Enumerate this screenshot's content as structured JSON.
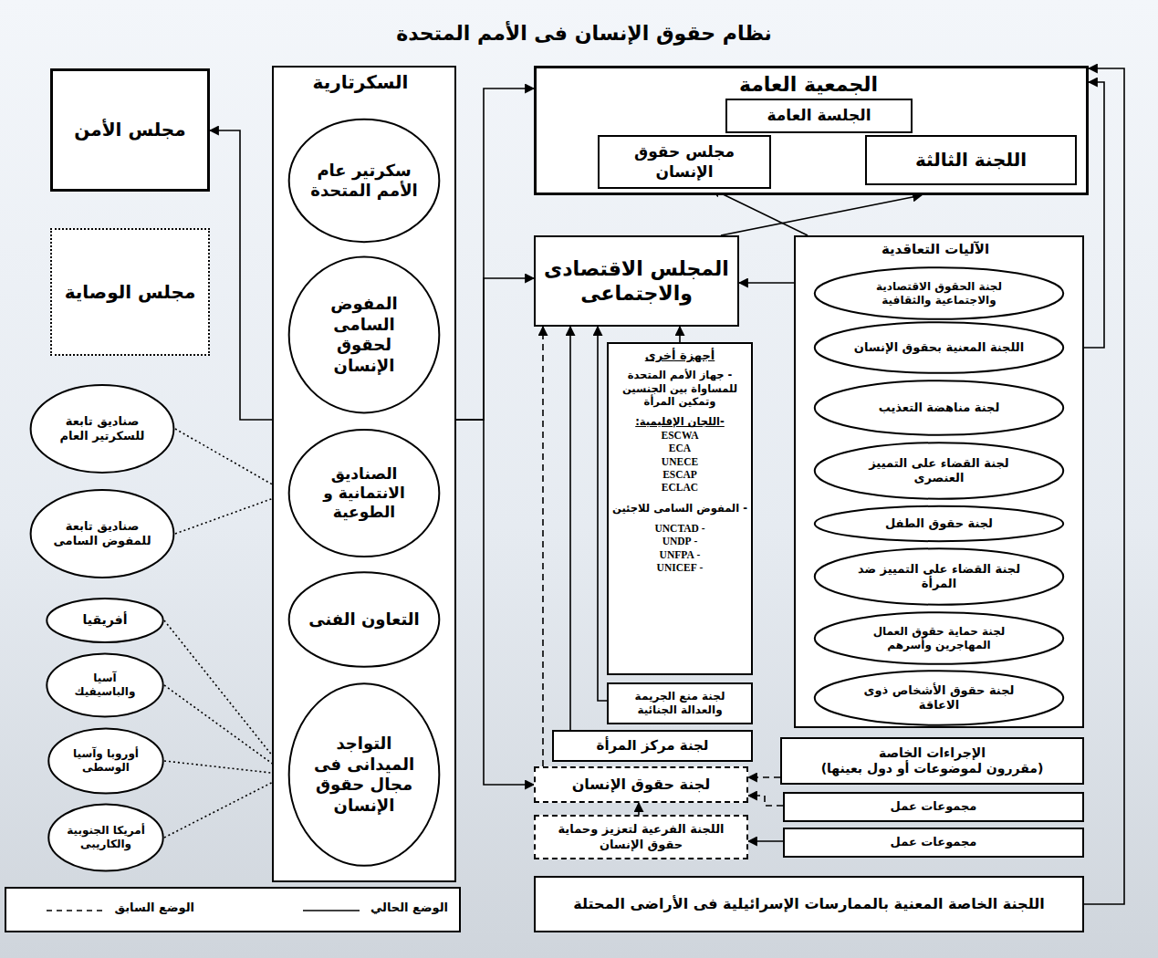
{
  "diagram": {
    "title": "نظام حقوق الإنسان فى الأمم المتحدة",
    "nodes": [
      {
        "text": [
          "الجمعية العامة"
        ]
      },
      {
        "text": [
          "الجلسة العامة"
        ],
        "in": 0
      },
      {
        "text": [
          "مجلس حقوق الإنسان"
        ],
        "in": 0
      },
      {
        "text": [
          "اللجنة الثالثة"
        ],
        "in": 0
      },
      {
        "text": [
          "السكرتارية"
        ]
      },
      {
        "text": [
          "سكرتير عام الأمم المتحدة"
        ],
        "in": 4
      },
      {
        "text": [
          "المفوض السامى لحقوق الإنسان"
        ],
        "in": 4
      },
      {
        "text": [
          "الصناديق الانتمانية و الطوعية"
        ],
        "in": 4
      },
      {
        "text": [
          "التعاون الفنى"
        ],
        "in": 4
      },
      {
        "text": [
          "التواجد الميدانى فى مجال حقوق الإنسان"
        ],
        "in": 4
      },
      {
        "text": [
          "مجلس الأمن"
        ]
      },
      {
        "text": [
          "مجلس الوصاية"
        ]
      },
      {
        "text": [
          "صناديق تابعة للسكرتير العام"
        ]
      },
      {
        "text": [
          "صناديق تابعة للمفوض السامى"
        ]
      },
      {
        "text": [
          "أفريقيا"
        ]
      },
      {
        "text": [
          "آسيا والباسيفيك"
        ]
      },
      {
        "text": [
          "أوروبا وآسيا الوسطى"
        ]
      },
      {
        "text": [
          "أمريكا الجنوبية والكاريبى"
        ]
      },
      {
        "text": [
          "المجلس الاقتصادى والاجتماعى"
        ]
      },
      {
        "text": [
          "الآليات التعاقدية"
        ]
      },
      {
        "text": [
          "لجنة الحقوق الاقتصادية والاجتماعية والثقافية"
        ],
        "in": 19
      },
      {
        "text": [
          "اللجنة المعنية بحقوق الإنسان"
        ],
        "in": 19
      },
      {
        "text": [
          "لجنة مناهضة التعذيب"
        ],
        "in": 19
      },
      {
        "text": [
          "لجنة القضاء على التمييز العنصرى"
        ],
        "in": 19
      },
      {
        "text": [
          "لجنة حقوق الطفل"
        ],
        "in": 19
      },
      {
        "text": [
          "لجنة القضاء على التمييز ضد المرأة"
        ],
        "in": 19
      },
      {
        "text": [
          "لجنة حماية حقوق العمال المهاجرين وأسرهم"
        ],
        "in": 19
      },
      {
        "text": [
          "لجنة حقوق الأشخاص ذوى الاعاقة"
        ],
        "in": 19
      },
      {
        "text": [
          "أجهزة أخرى",
          "- جهاز الأمم المتحدة للمساواة بين الجنسين وتمكين المرأة",
          "-اللجان الإقليمية:",
          "ESCWA",
          "ECA",
          "UNECE",
          "ESCAP",
          "ECLAC",
          "- المفوض السامى للاجئين",
          "- UNCTAD",
          "- UNDP",
          "- UNFPA",
          "- UNICEF"
        ]
      },
      {
        "text": [
          "لجنة منع الجريمة والعدالة الجنائية"
        ]
      },
      {
        "text": [
          "لجنة مركز المرأة"
        ]
      },
      {
        "text": [
          "لجنة حقوق الإنسان"
        ]
      },
      {
        "text": [
          "اللجنة الفرعية لتعزيز وحماية حقوق الإنسان"
        ]
      },
      {
        "text": [
          "الإجراءات الخاصة",
          "(مقررون لموضوعات أو دول بعينها)"
        ]
      },
      {
        "text": [
          "مجموعات عمل"
        ]
      },
      {
        "text": [
          "مجموعات عمل"
        ]
      },
      {
        "text": [
          "اللجنة الخاصة المعنية بالممارسات الإسرائيلية فى الأراضى المحتلة"
        ]
      }
    ],
    "edges": [
      {
        "from": 3,
        "to": 1,
        "arrow": "to"
      },
      {
        "from": 2,
        "to": 3,
        "arrow": "to"
      },
      {
        "from": 4,
        "to": 10,
        "arrow": "to"
      },
      {
        "from": 4,
        "to": 0,
        "arrow": "to"
      },
      {
        "from": 4,
        "to": 18,
        "arrow": "to"
      },
      {
        "from": 4,
        "to": 31,
        "arrow": "to"
      },
      {
        "from": 12,
        "to": 7,
        "arrow": "none"
      },
      {
        "from": 13,
        "to": 7,
        "arrow": "none"
      },
      {
        "from": 14,
        "to": 9,
        "arrow": "none"
      },
      {
        "from": 15,
        "to": 9,
        "arrow": "none"
      },
      {
        "from": 16,
        "to": 9,
        "arrow": "none"
      },
      {
        "from": 17,
        "to": 9,
        "arrow": "none"
      },
      {
        "from": 19,
        "to": 18,
        "arrow": "to"
      },
      {
        "from": 19,
        "to": 2,
        "arrow": "to"
      },
      {
        "from": 18,
        "to": 0,
        "arrow": "to"
      },
      {
        "from": 21,
        "to": 0,
        "arrow": "to"
      },
      {
        "from": 36,
        "to": 0,
        "arrow": "to"
      },
      {
        "from": 28,
        "to": 18,
        "arrow": "to"
      },
      {
        "from": 29,
        "to": 18,
        "arrow": "to"
      },
      {
        "from": 30,
        "to": 18,
        "arrow": "to"
      },
      {
        "from": 31,
        "to": 18,
        "arrow": "to"
      },
      {
        "from": 32,
        "to": 31,
        "arrow": "to"
      },
      {
        "from": 33,
        "to": 31,
        "arrow": "to"
      },
      {
        "from": 34,
        "to": 31,
        "arrow": "to"
      },
      {
        "from": 35,
        "to": 32,
        "arrow": "to"
      }
    ],
    "legend": [
      {
        "text": "الوضع الحالي"
      },
      {
        "text": "الوضع السابق"
      }
    ]
  }
}
